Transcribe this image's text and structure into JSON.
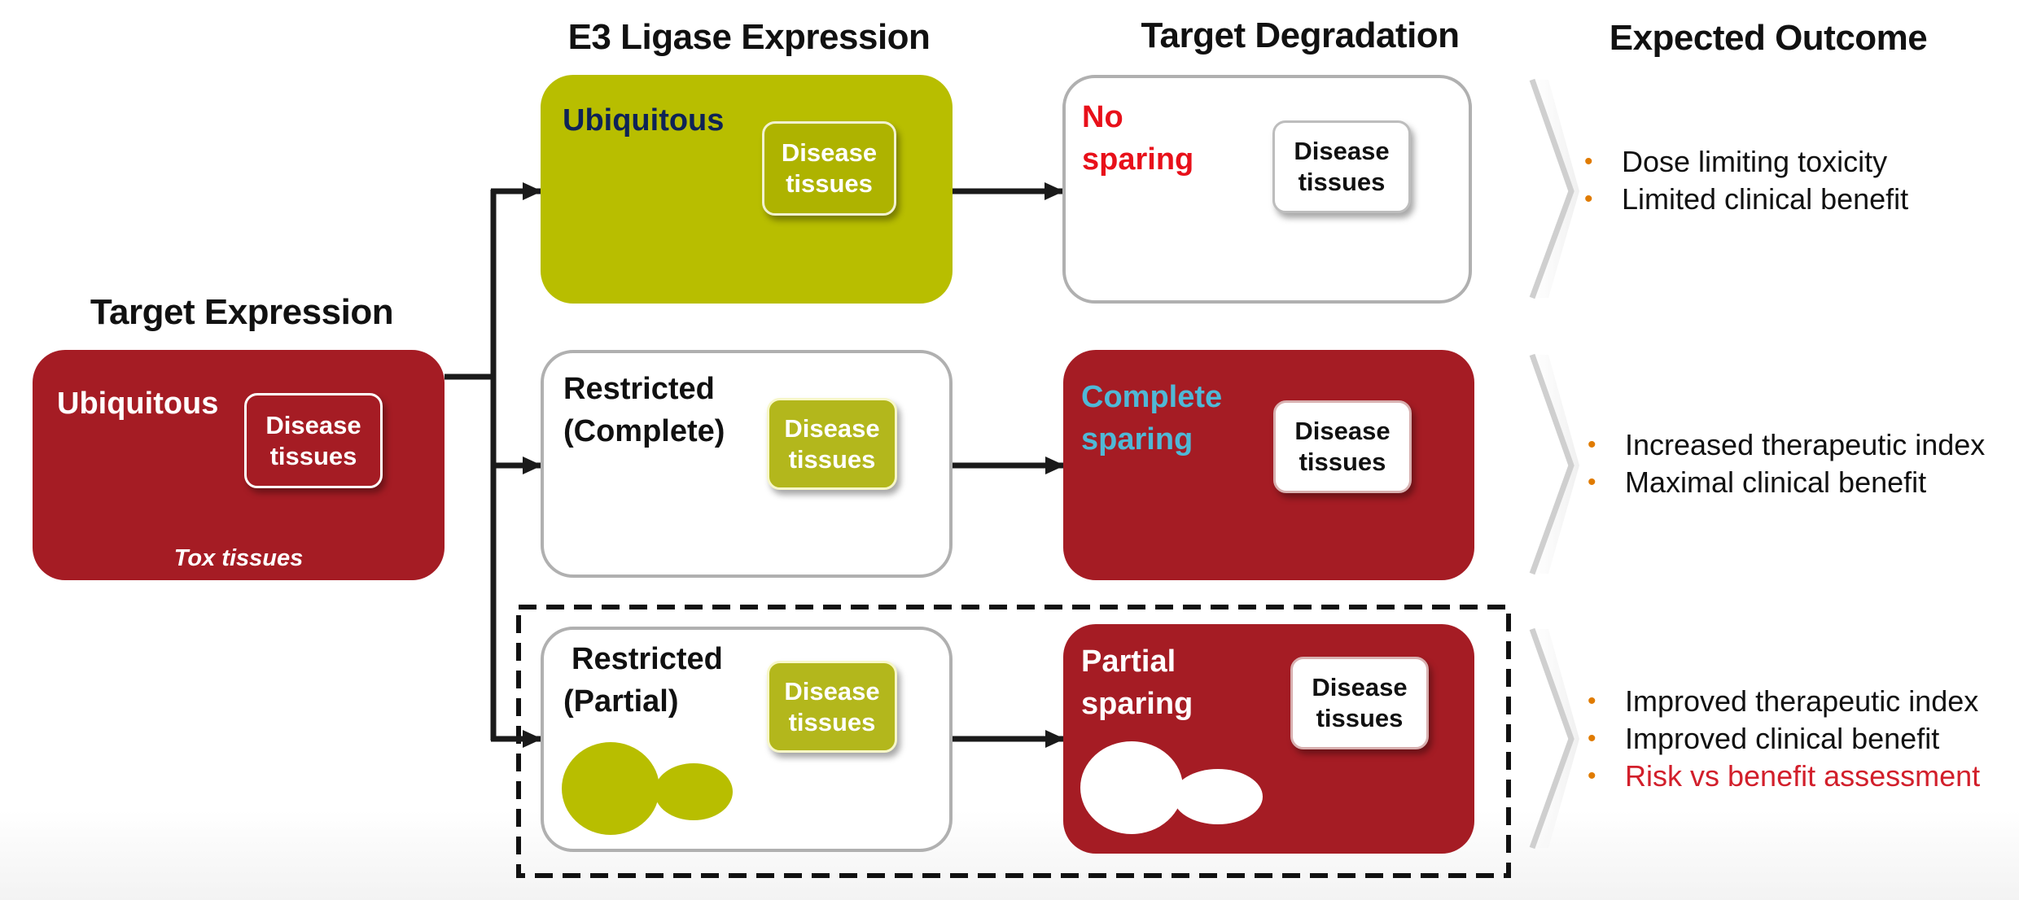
{
  "headers": {
    "target_expression": "Target Expression",
    "e3_ligase_expression": "E3 Ligase Expression",
    "target_degradation": "Target Degradation",
    "expected_outcome": "Expected Outcome"
  },
  "target_box": {
    "label": "Ubiquitous",
    "inner_box": [
      "Disease",
      "tissues"
    ],
    "footer": "Tox tissues"
  },
  "e3_rows": [
    {
      "label_lines": [
        "Ubiquitous"
      ],
      "inner_box": [
        "Disease",
        "tissues"
      ]
    },
    {
      "label_lines": [
        "Restricted",
        "(Complete)"
      ],
      "inner_box": [
        "Disease",
        "tissues"
      ]
    },
    {
      "label_lines": [
        "Restricted",
        "(Partial)"
      ],
      "inner_box": [
        "Disease",
        "tissues"
      ]
    }
  ],
  "degradation_rows": [
    {
      "label_lines": [
        "No",
        "sparing"
      ],
      "inner_box": [
        "Disease",
        "tissues"
      ]
    },
    {
      "label_lines": [
        "Complete",
        "sparing"
      ],
      "inner_box": [
        "Disease",
        "tissues"
      ]
    },
    {
      "label_lines": [
        "Partial",
        "sparing"
      ],
      "inner_box": [
        "Disease",
        "tissues"
      ]
    }
  ],
  "outcomes": [
    {
      "items": [
        "Dose limiting toxicity",
        "Limited clinical benefit"
      ]
    },
    {
      "items": [
        "Increased therapeutic index",
        "Maximal clinical benefit"
      ]
    },
    {
      "items": [
        "Improved therapeutic index",
        "Improved clinical benefit",
        "Risk vs benefit assessment"
      ]
    }
  ],
  "bullet_glyph": "•",
  "colors": {
    "red": "#A51C24",
    "olive": "#B8BE00",
    "navy_label": "#0E2356",
    "no_sparing_red": "#E8101A",
    "complete_sparing_blue": "#4FB8D6",
    "bullet_orange": "#E07B00",
    "risk_red": "#D21F2B",
    "chevron_gray": "#cfcfcf"
  }
}
